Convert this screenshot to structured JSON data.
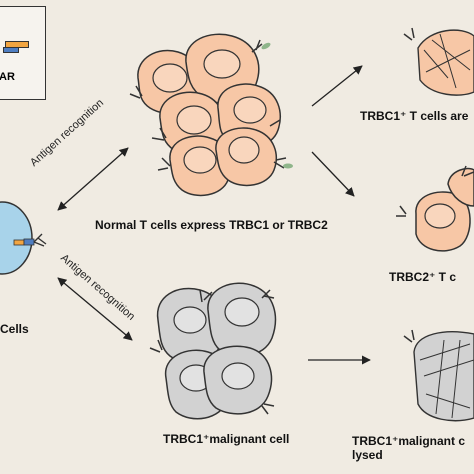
{
  "legend": {
    "car_label": "AR"
  },
  "car_t_cell": {
    "label": "Cells"
  },
  "arrows": {
    "antigen_recognition_top": "Antigen recognition",
    "antigen_recognition_bottom": "Antigen recognition"
  },
  "normal_cells": {
    "caption": "Normal T cells express TRBC1 or TRBC2"
  },
  "malignant_cells": {
    "caption": "TRBC1⁺malignant cell"
  },
  "outcomes": {
    "trbc1_normal": "TRBC1⁺  T cells are",
    "trbc2_normal": "TRBC2⁺  T c",
    "malignant_lysed_line1": "TRBC1⁺malignant c",
    "malignant_lysed_line2": "lysed"
  },
  "colors": {
    "background": "#f0ebe2",
    "normal_cell_fill": "#f7c7a6",
    "normal_nucleus_fill": "#f9d6bd",
    "malignant_cell_fill": "#d2d2d2",
    "malignant_nucleus_fill": "#e2e2e2",
    "car_t_cell_fill": "#a8d3ea",
    "outline": "#333333",
    "leaf_green": "#8fb58a"
  }
}
